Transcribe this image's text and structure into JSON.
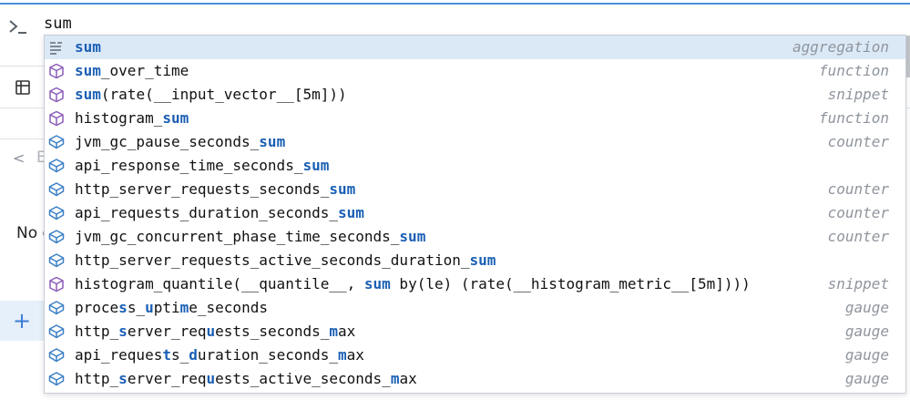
{
  "query": {
    "value": "sum"
  },
  "background": {
    "chevron": "<",
    "letter": "E",
    "no_data": "No d",
    "add": "+"
  },
  "suggestions": [
    {
      "text": "sum",
      "kind": "aggregation",
      "icon": "aggregation-icon",
      "match": [
        [
          0,
          3
        ]
      ]
    },
    {
      "text": "sum_over_time",
      "kind": "function",
      "icon": "function-icon",
      "match": [
        [
          0,
          3
        ]
      ]
    },
    {
      "text": "sum(rate(__input_vector__[5m]))",
      "kind": "snippet",
      "icon": "snippet-icon",
      "match": [
        [
          0,
          3
        ]
      ]
    },
    {
      "text": "histogram_sum",
      "kind": "function",
      "icon": "function-icon",
      "match": [
        [
          10,
          13
        ]
      ]
    },
    {
      "text": "jvm_gc_pause_seconds_sum",
      "kind": "counter",
      "icon": "metric-icon",
      "match": [
        [
          21,
          24
        ]
      ]
    },
    {
      "text": "api_response_time_seconds_sum",
      "kind": "",
      "icon": "metric-icon",
      "match": [
        [
          26,
          29
        ]
      ]
    },
    {
      "text": "http_server_requests_seconds_sum",
      "kind": "counter",
      "icon": "metric-icon",
      "match": [
        [
          29,
          32
        ]
      ]
    },
    {
      "text": "api_requests_duration_seconds_sum",
      "kind": "counter",
      "icon": "metric-icon",
      "match": [
        [
          30,
          33
        ]
      ]
    },
    {
      "text": "jvm_gc_concurrent_phase_time_seconds_sum",
      "kind": "counter",
      "icon": "metric-icon",
      "match": [
        [
          37,
          40
        ]
      ]
    },
    {
      "text": "http_server_requests_active_seconds_duration_sum",
      "kind": "",
      "icon": "metric-icon",
      "match": [
        [
          45,
          48
        ]
      ]
    },
    {
      "text": "histogram_quantile(__quantile__, sum by(le) (rate(__histogram_metric__[5m])))",
      "kind": "snippet",
      "icon": "snippet-icon",
      "match": [
        [
          33,
          36
        ]
      ]
    },
    {
      "text": "process_uptime_seconds",
      "kind": "gauge",
      "icon": "metric-icon",
      "match": [
        [
          5,
          6
        ],
        [
          8,
          9
        ],
        [
          12,
          13
        ]
      ]
    },
    {
      "text": "http_server_requests_seconds_max",
      "kind": "gauge",
      "icon": "metric-icon",
      "match": [
        [
          5,
          6
        ],
        [
          15,
          16
        ],
        [
          29,
          30
        ]
      ]
    },
    {
      "text": "api_requests_duration_seconds_max",
      "kind": "gauge",
      "icon": "metric-icon",
      "match": [
        [
          10,
          11
        ],
        [
          13,
          14
        ],
        [
          30,
          31
        ]
      ]
    },
    {
      "text": "http_server_requests_active_seconds_max",
      "kind": "gauge",
      "icon": "metric-icon",
      "match": [
        [
          5,
          6
        ],
        [
          15,
          16
        ],
        [
          36,
          37
        ]
      ]
    }
  ],
  "colors": {
    "accent": "#1a5fb4",
    "selected": "#dbe9f7",
    "icon": "#3b7fc4",
    "icon_purple": "#8a5cb8",
    "muted": "#8f959d"
  }
}
